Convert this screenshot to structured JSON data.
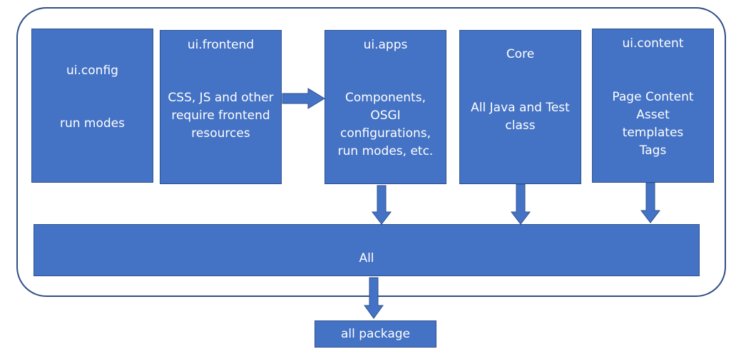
{
  "colors": {
    "box_fill": "#4472c4",
    "box_border": "#2f528f",
    "frame_border": "#2f4f86",
    "arrow": "#4472c4"
  },
  "boxes": {
    "ui_config": {
      "title": "ui.config",
      "lines": [
        "run modes"
      ]
    },
    "ui_frontend": {
      "title": "ui.frontend",
      "lines": [
        "CSS, JS and other",
        "require frontend",
        "resources"
      ]
    },
    "ui_apps": {
      "title": "ui.apps",
      "lines": [
        "Components,",
        "OSGI",
        "configurations,",
        "run modes, etc."
      ]
    },
    "core": {
      "title": "Core",
      "lines": [
        "All Java and Test",
        "class"
      ]
    },
    "ui_content": {
      "title": "ui.content",
      "lines": [
        "Page Content",
        "Asset",
        "templates",
        "Tags"
      ]
    },
    "all": {
      "title": "All"
    },
    "all_package": {
      "title": "all package"
    }
  }
}
